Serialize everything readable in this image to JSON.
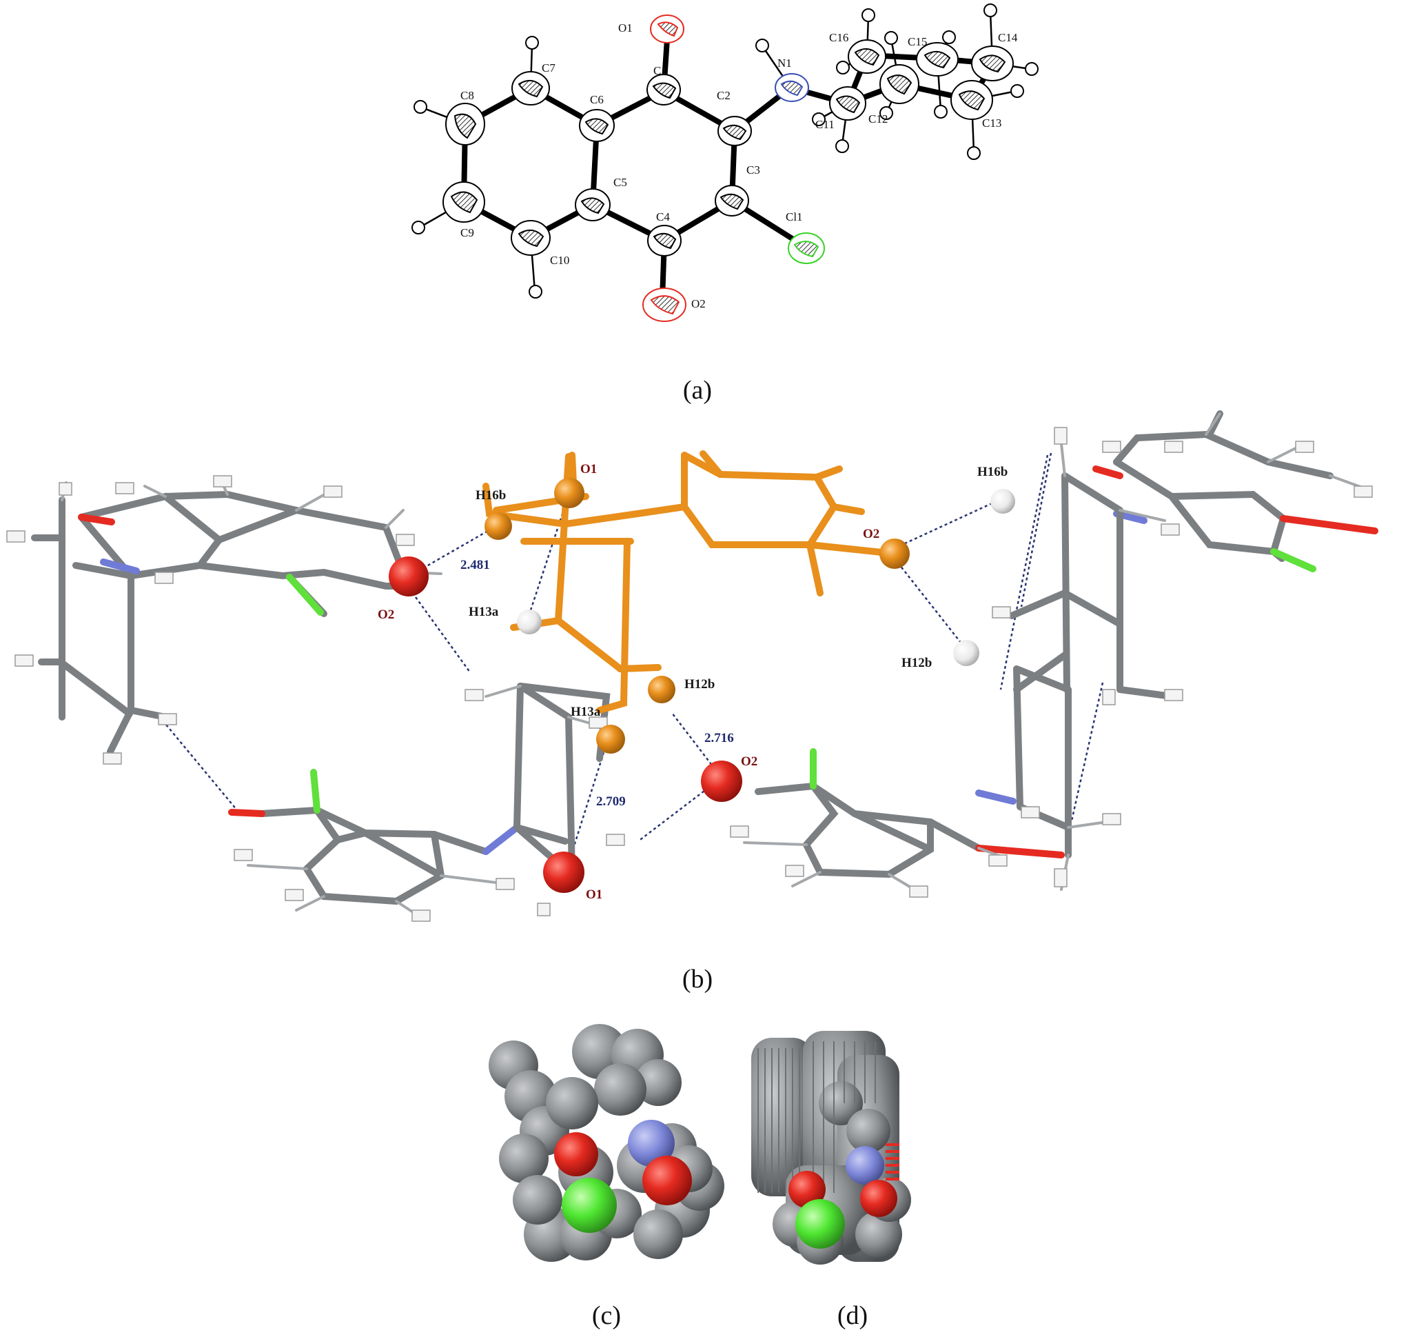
{
  "panels": {
    "a": "(a)",
    "b": "(b)",
    "c": "(c)",
    "d": "(d)"
  },
  "atoms_a": {
    "O1": "O1",
    "C1": "C1",
    "C2": "C2",
    "N1": "N1",
    "C3": "C3",
    "Cl1": "Cl1",
    "C4": "C4",
    "O2": "O2",
    "C5": "C5",
    "C6": "C6",
    "C7": "C7",
    "C8": "C8",
    "C9": "C9",
    "C10": "C10",
    "C11": "C11",
    "C12": "C12",
    "C13": "C13",
    "C14": "C14",
    "C15": "C15",
    "C16": "C16"
  },
  "labels_b": {
    "O1_top": "O1",
    "H16b_left": "H16b",
    "O2_left": "O2",
    "H13a_upper": "H13a",
    "H12b_mid": "H12b",
    "H13a_lower": "H13a",
    "O2_mid": "O2",
    "O1_bottom": "O1",
    "H16b_right": "H16b",
    "O2_right": "O2",
    "H12b_right": "H12b"
  },
  "distances": {
    "d1": "2.481",
    "d2": "2.716",
    "d3": "2.709"
  },
  "colors": {
    "oxygen": "#e52b21",
    "nitrogen": "#6f7bd6",
    "chlorine": "#5fe03a",
    "carbon": "#7c7f82",
    "hydrogen": "#f2f2f2",
    "highlight": "#e88f1c"
  }
}
